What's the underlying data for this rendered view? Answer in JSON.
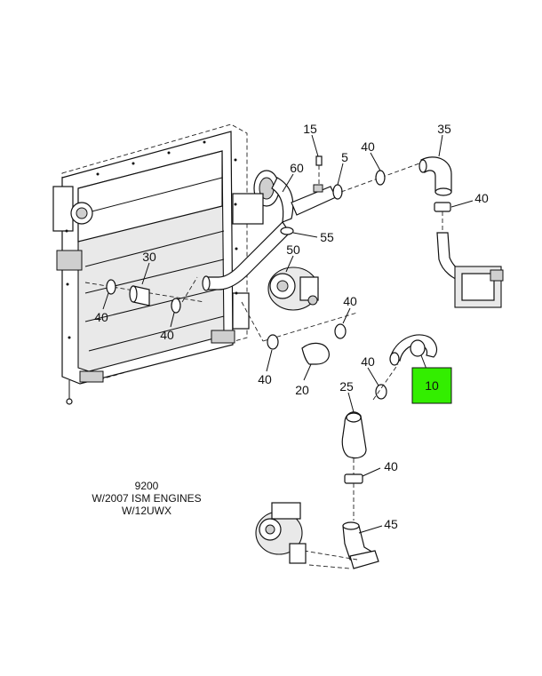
{
  "diagram": {
    "caption_lines": [
      "9200",
      "W/2007 ISM ENGINES",
      "W/12UWX"
    ],
    "highlight_color": "#33ee00",
    "callouts": {
      "c15": "15",
      "c40a": "40",
      "c5": "5",
      "c35": "35",
      "c60": "60",
      "c40b": "40",
      "c55": "55",
      "c50": "50",
      "c30": "30",
      "c40c": "40",
      "c40d": "40",
      "c40e": "40",
      "c40f": "40",
      "c40g": "40",
      "c20": "20",
      "c25": "25",
      "c40h": "40",
      "c10": "10",
      "c45": "45"
    }
  }
}
